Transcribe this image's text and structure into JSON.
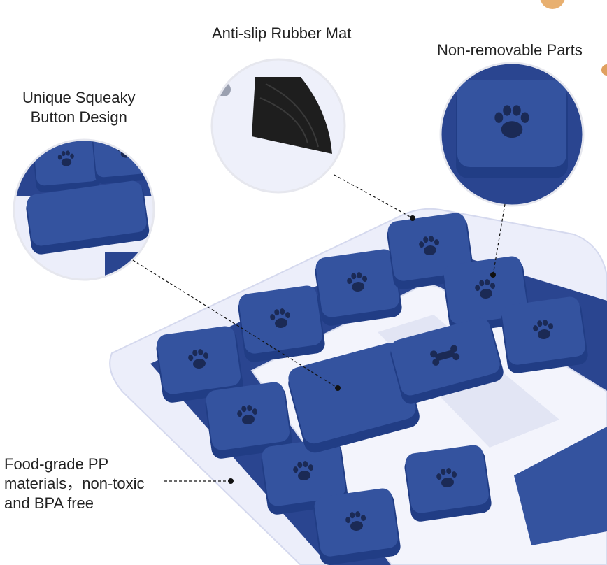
{
  "callouts": {
    "mat": "Anti-slip Rubber Mat",
    "parts": "Non-removable Parts",
    "squeaky_line1": "Unique Squeaky",
    "squeaky_line2": "Button Design",
    "material_line1": "Food-grade PP",
    "material_line2": "materials，non-toxic",
    "material_line3": "and BPA free"
  },
  "colors": {
    "button_blue": "#2f4f9e",
    "tray": "#eef0fb",
    "text": "#222222"
  },
  "icons": [
    "paw-icon",
    "bone-icon"
  ]
}
